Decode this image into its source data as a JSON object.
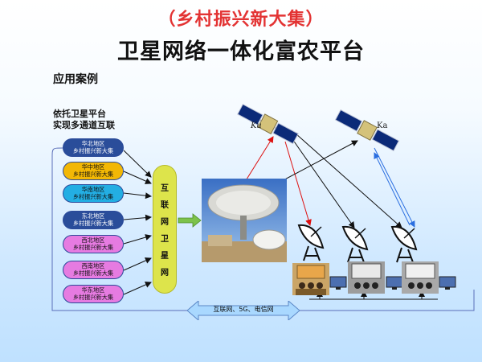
{
  "header": {
    "title_line1": "（乡村振兴新大集）",
    "title_line2": "卫星网络一体化富农平台",
    "section_label": "应用案例",
    "note_line1": "依托卫星平台",
    "note_line2": "实现多通道互联"
  },
  "regions": [
    {
      "line1": "华北地区",
      "line2": "乡村振兴新大集",
      "color": "#2a4d9a",
      "text_color": "#ffffff"
    },
    {
      "line1": "华中地区",
      "line2": "乡村振兴新大集",
      "color": "#f2b705",
      "text_color": "#111111"
    },
    {
      "line1": "华南地区",
      "line2": "乡村振兴新大集",
      "color": "#23aee3",
      "text_color": "#111111"
    },
    {
      "line1": "东北地区",
      "line2": "乡村振兴新大集",
      "color": "#2a4d9a",
      "text_color": "#ffffff"
    },
    {
      "line1": "西北地区",
      "line2": "乡村振兴新大集",
      "color": "#e67be1",
      "text_color": "#111111"
    },
    {
      "line1": "西南地区",
      "line2": "乡村振兴新大集",
      "color": "#e67be1",
      "text_color": "#111111"
    },
    {
      "line1": "华东地区",
      "line2": "乡村振兴新大集",
      "color": "#e67be1",
      "text_color": "#111111"
    }
  ],
  "hub": {
    "chars": [
      "互",
      "联",
      "网",
      "卫",
      "星",
      "网"
    ]
  },
  "satellites": {
    "ku_label": "Ku",
    "ka_label": "Ka"
  },
  "bottom": {
    "label": "互联网、5G、电信网"
  },
  "colors": {
    "title_red": "#e33333",
    "hub_yellow": "#dde44b",
    "link_red": "#d11",
    "link_blue": "#2a6ee0",
    "bottom_arrow": "#a9d8ff"
  }
}
